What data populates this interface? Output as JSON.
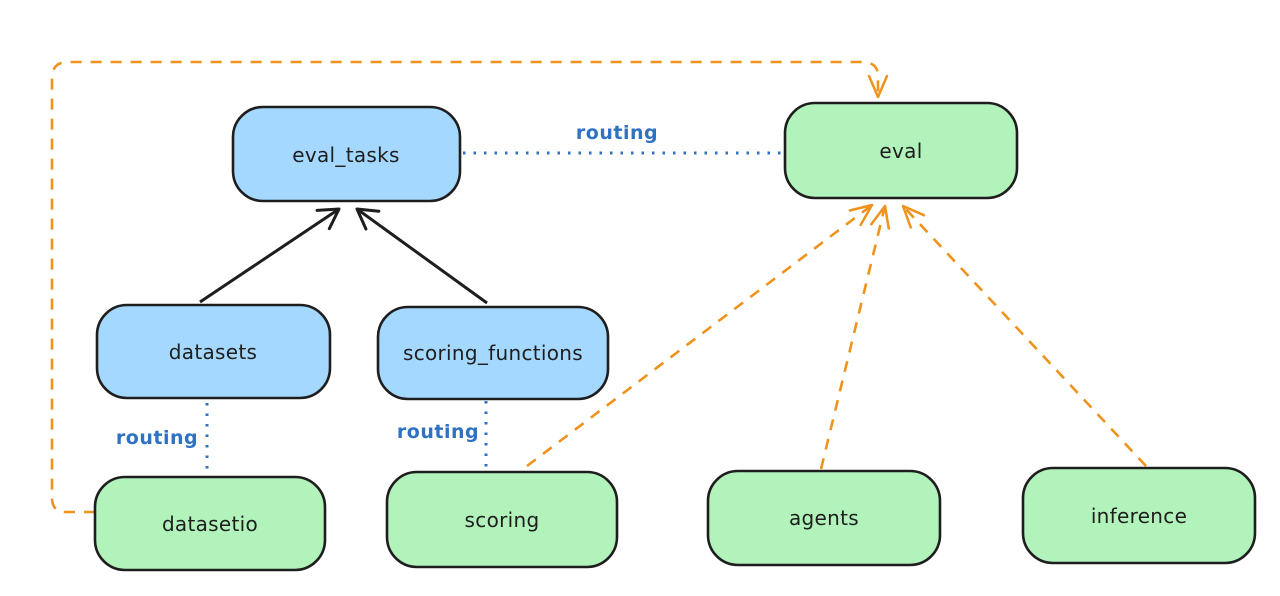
{
  "diagram": {
    "colors": {
      "background": "#ffffff",
      "blue_fill": "#a5d8ff",
      "green_fill": "#b2f2bb",
      "node_stroke": "#1e1e1e",
      "text": "#1e1e1e",
      "black_edge": "#1e1e1e",
      "routing_blue": "#2f72c4",
      "orange": "#ef931c"
    },
    "nodes": [
      {
        "id": "eval_tasks",
        "label": "eval_tasks",
        "color": "blue"
      },
      {
        "id": "eval",
        "label": "eval",
        "color": "green"
      },
      {
        "id": "datasets",
        "label": "datasets",
        "color": "blue"
      },
      {
        "id": "scoring_functions",
        "label": "scoring_functions",
        "color": "blue"
      },
      {
        "id": "datasetio",
        "label": "datasetio",
        "color": "green"
      },
      {
        "id": "scoring",
        "label": "scoring",
        "color": "green"
      },
      {
        "id": "agents",
        "label": "agents",
        "color": "green"
      },
      {
        "id": "inference",
        "label": "inference",
        "color": "green"
      }
    ],
    "edges": [
      {
        "from": "datasets",
        "to": "eval_tasks",
        "style": "solid",
        "color": "black",
        "label": ""
      },
      {
        "from": "scoring_functions",
        "to": "eval_tasks",
        "style": "solid",
        "color": "black",
        "label": ""
      },
      {
        "from": "eval_tasks",
        "to": "eval",
        "style": "dotted",
        "color": "blue",
        "label": "routing"
      },
      {
        "from": "datasets",
        "to": "datasetio",
        "style": "dotted",
        "color": "blue",
        "label": "routing"
      },
      {
        "from": "scoring_functions",
        "to": "scoring",
        "style": "dotted",
        "color": "blue",
        "label": "routing"
      },
      {
        "from": "datasetio",
        "to": "eval",
        "style": "dashed",
        "color": "orange",
        "label": ""
      },
      {
        "from": "scoring",
        "to": "eval",
        "style": "dashed",
        "color": "orange",
        "label": ""
      },
      {
        "from": "agents",
        "to": "eval",
        "style": "dashed",
        "color": "orange",
        "label": ""
      },
      {
        "from": "inference",
        "to": "eval",
        "style": "dashed",
        "color": "orange",
        "label": ""
      }
    ]
  }
}
